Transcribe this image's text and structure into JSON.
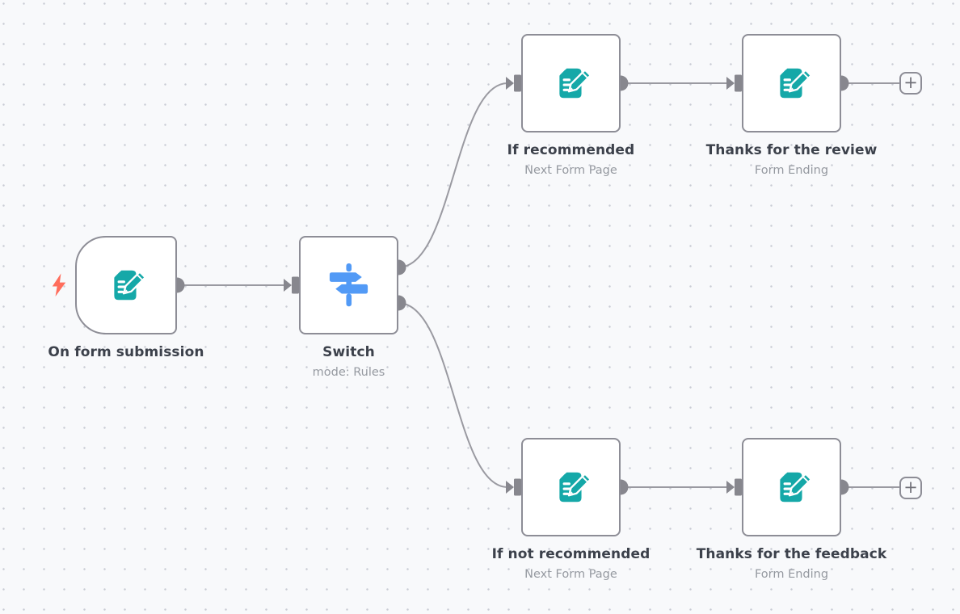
{
  "ui": {
    "add_button_label": "+"
  },
  "nodes": [
    {
      "id": "on-form-submission",
      "title": "On form submission",
      "subtitle": "",
      "icon": "form-icon",
      "kind": "trigger"
    },
    {
      "id": "switch",
      "title": "Switch",
      "subtitle": "mode: Rules",
      "icon": "switch-icon",
      "kind": "switch"
    },
    {
      "id": "if-recommended",
      "title": "If recommended",
      "subtitle": "Next Form Page",
      "icon": "form-icon",
      "kind": "form-page"
    },
    {
      "id": "thanks-for-the-review",
      "title": "Thanks for the review",
      "subtitle": "Form Ending",
      "icon": "form-icon",
      "kind": "form-ending"
    },
    {
      "id": "if-not-recommended",
      "title": "If not recommended",
      "subtitle": "Next Form Page",
      "icon": "form-icon",
      "kind": "form-page"
    },
    {
      "id": "thanks-for-the-feedback",
      "title": "Thanks for the feedback",
      "subtitle": "Form Ending",
      "icon": "form-icon",
      "kind": "form-ending"
    }
  ],
  "connections": [
    {
      "from": "on-form-submission",
      "to": "switch"
    },
    {
      "from": "switch:output0",
      "to": "if-recommended"
    },
    {
      "from": "switch:output1",
      "to": "if-not-recommended"
    },
    {
      "from": "if-recommended",
      "to": "thanks-for-the-review"
    },
    {
      "from": "if-not-recommended",
      "to": "thanks-for-the-feedback"
    },
    {
      "from": "thanks-for-the-review",
      "to": "add-node-button-top"
    },
    {
      "from": "thanks-for-the-feedback",
      "to": "add-node-button-bottom"
    }
  ],
  "colors": {
    "canvas_bg": "#f8f9fb",
    "grid_dot": "#c9ccd4",
    "node_border": "#8d8d96",
    "node_bg": "#ffffff",
    "title_text": "#3c414b",
    "subtitle_text": "#9599a0",
    "connector_gray": "#9a9aa1",
    "form_teal": "#15a8a8",
    "switch_blue": "#529af6",
    "trigger_bolt_coral": "#ff6d5c"
  }
}
